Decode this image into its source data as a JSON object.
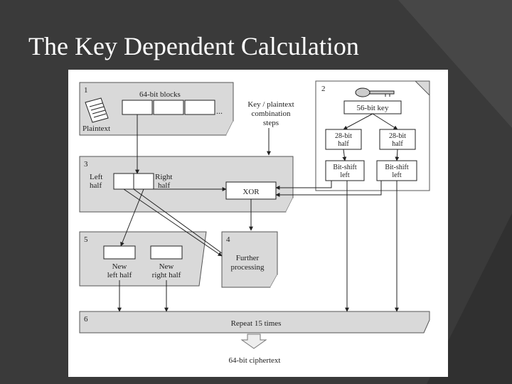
{
  "slide": {
    "title": "The Key Dependent Calculation"
  },
  "diagram": {
    "panel_numbers": [
      "1",
      "2",
      "3",
      "4",
      "5",
      "6"
    ],
    "blocks_label": "64-bit blocks",
    "plaintext_label": "Plaintext",
    "ellipsis": "...",
    "combination_label": [
      "Key / plaintext",
      "combination",
      "steps"
    ],
    "key_label": "56-bit key",
    "half_left": [
      "28-bit",
      "half"
    ],
    "half_right": [
      "28-bit",
      "half"
    ],
    "shift_left_box": [
      "Bit-shift",
      "left"
    ],
    "shift_right_box": [
      "Bit-shift",
      "left"
    ],
    "left_half": [
      "Left",
      "half"
    ],
    "right_half": [
      "Right",
      "half"
    ],
    "xor_label": "XOR",
    "further_processing": [
      "Further",
      "processing"
    ],
    "new_left_half": [
      "New",
      "left half"
    ],
    "new_right_half": [
      "New",
      "right half"
    ],
    "repeat_label": "Repeat 15 times",
    "ciphertext_label": "64-bit ciphertext"
  },
  "colors": {
    "slide_background": "#3a3a3a",
    "panel_fill": "#d9d9d9",
    "line": "#222222"
  }
}
